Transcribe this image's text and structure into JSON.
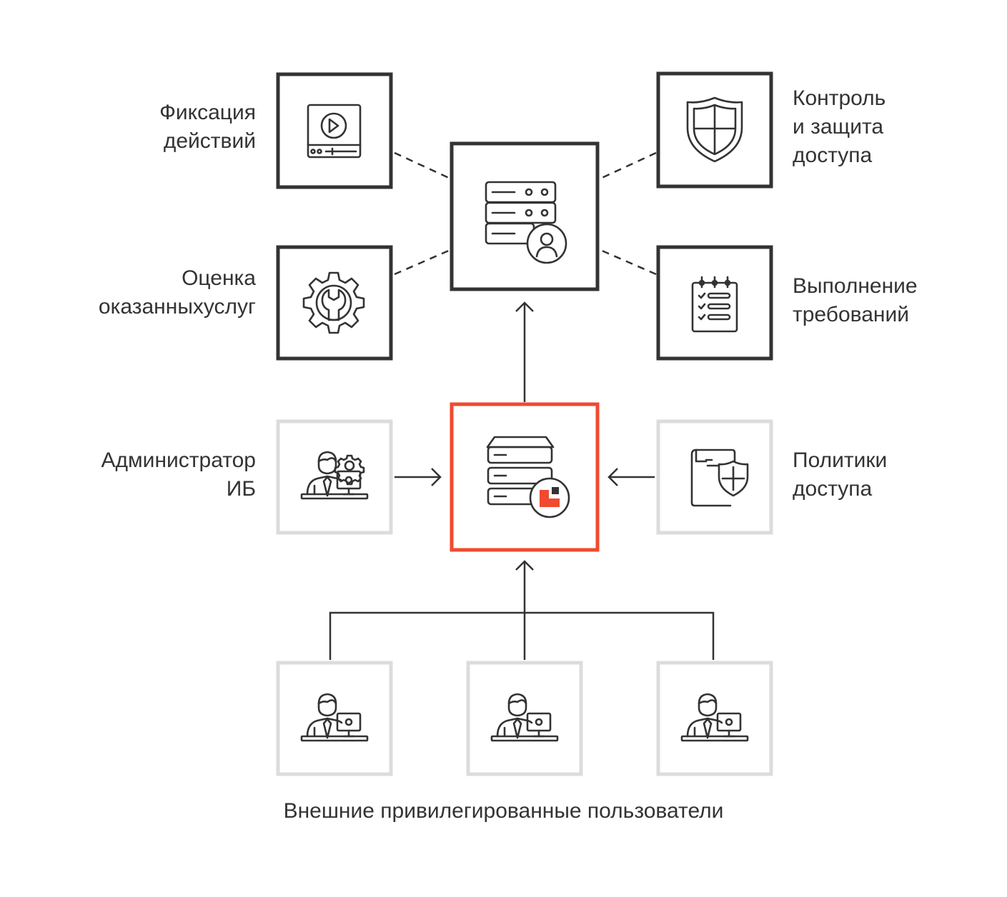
{
  "colors": {
    "dark": "#333333",
    "light_border": "#dcdcdc",
    "accent": "#f04a2f",
    "background": "#ffffff"
  },
  "labels": {
    "fixation": "Фиксация\nдействий",
    "control": "Контроль\nи защита\nдоступа",
    "evaluation": "Оценка\nоказанныхуслуг",
    "requirements": "Выполнение\nтребований",
    "admin": "Администратор\nИБ",
    "policies": "Политики\nдоступа",
    "external_users": "Внешние привилегированные пользователи"
  },
  "icons": {
    "fixation": "video-player-icon",
    "control": "shield-icon",
    "evaluation": "gear-wrench-icon",
    "requirements": "checklist-icon",
    "hub": "server-user-icon",
    "core": "server-rack-logo-icon",
    "admin": "admin-workstation-icon",
    "policies": "document-shield-icon",
    "user": "user-workstation-icon"
  }
}
